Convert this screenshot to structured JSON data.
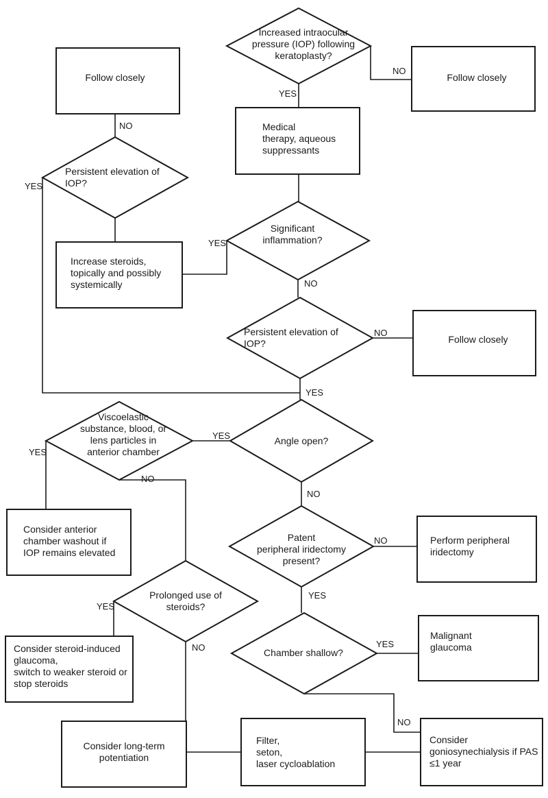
{
  "nodes": [
    {
      "id": "q_iop_keratoplasty",
      "kind": "decision",
      "lines": [
        "Increased intraocular",
        "pressure (IOP) following",
        "keratoplasty?"
      ]
    },
    {
      "id": "follow_closely_top_left",
      "kind": "box",
      "lines": [
        "Follow closely"
      ]
    },
    {
      "id": "follow_closely_top_right",
      "kind": "box",
      "lines": [
        "Follow closely"
      ]
    },
    {
      "id": "medical_therapy",
      "kind": "box",
      "lines": [
        "Medical",
        "therapy, aqueous",
        "suppressants"
      ]
    },
    {
      "id": "q_persistent_iop_left",
      "kind": "decision",
      "lines": [
        "Persistent elevation of",
        "IOP?"
      ]
    },
    {
      "id": "q_significant_inflammation",
      "kind": "decision",
      "lines": [
        "Significant",
        "inflammation?"
      ]
    },
    {
      "id": "increase_steroids",
      "kind": "box",
      "lines": [
        "Increase steroids,",
        "topically and possibly",
        "systemically"
      ]
    },
    {
      "id": "q_persistent_iop_mid",
      "kind": "decision",
      "lines": [
        "Persistent elevation of",
        "IOP?"
      ]
    },
    {
      "id": "follow_closely_mid_right",
      "kind": "box",
      "lines": [
        "Follow closely"
      ]
    },
    {
      "id": "q_viscoelastic",
      "kind": "decision",
      "lines": [
        "Viscoelastic",
        "substance, blood, or",
        "lens particles in",
        "anterior chamber"
      ]
    },
    {
      "id": "q_angle_open",
      "kind": "decision",
      "lines": [
        "Angle open?"
      ]
    },
    {
      "id": "consider_washout",
      "kind": "box",
      "lines": [
        "Consider anterior",
        "chamber washout if",
        "IOP remains elevated"
      ]
    },
    {
      "id": "q_patent_iridectomy",
      "kind": "decision",
      "lines": [
        "Patent",
        "peripheral iridectomy",
        "present?"
      ]
    },
    {
      "id": "perform_iridectomy",
      "kind": "box",
      "lines": [
        "Perform peripheral",
        "iridectomy"
      ]
    },
    {
      "id": "q_prolonged_steroids",
      "kind": "decision",
      "lines": [
        "Prolonged use of",
        "steroids?"
      ]
    },
    {
      "id": "q_chamber_shallow",
      "kind": "decision",
      "lines": [
        "Chamber shallow?"
      ]
    },
    {
      "id": "malignant_glaucoma",
      "kind": "box",
      "lines": [
        "Malignant",
        "glaucoma"
      ]
    },
    {
      "id": "steroid_glaucoma",
      "kind": "box",
      "lines": [
        "Consider steroid-induced",
        "glaucoma,",
        "switch to weaker steroid or",
        "stop steroids"
      ]
    },
    {
      "id": "long_term_potentiation",
      "kind": "box",
      "lines": [
        "Consider long-term",
        "potentiation"
      ]
    },
    {
      "id": "filter_seton",
      "kind": "box",
      "lines": [
        "Filter,",
        "seton,",
        "laser cycloablation"
      ]
    },
    {
      "id": "goniosynechialysis",
      "kind": "box",
      "lines": [
        "Consider",
        "goniosynechialysis if PAS",
        "≤1 year"
      ]
    }
  ],
  "edge_labels": [
    {
      "id": "no_keratoplasty",
      "text": "NO"
    },
    {
      "id": "yes_keratoplasty",
      "text": "YES"
    },
    {
      "id": "no_persistent_left",
      "text": "NO"
    },
    {
      "id": "yes_persistent_left",
      "text": "YES"
    },
    {
      "id": "yes_inflammation",
      "text": "YES"
    },
    {
      "id": "no_inflammation",
      "text": "NO"
    },
    {
      "id": "no_persistent_mid",
      "text": "NO"
    },
    {
      "id": "yes_persistent_mid",
      "text": "YES"
    },
    {
      "id": "yes_angle_open",
      "text": "YES"
    },
    {
      "id": "yes_viscoelastic",
      "text": "YES"
    },
    {
      "id": "no_viscoelastic",
      "text": "NO"
    },
    {
      "id": "no_angle_open",
      "text": "NO"
    },
    {
      "id": "no_iridectomy",
      "text": "NO"
    },
    {
      "id": "yes_iridectomy",
      "text": "YES"
    },
    {
      "id": "yes_prolonged",
      "text": "YES"
    },
    {
      "id": "no_prolonged",
      "text": "NO"
    },
    {
      "id": "yes_shallow",
      "text": "YES"
    },
    {
      "id": "no_shallow",
      "text": "NO"
    }
  ]
}
